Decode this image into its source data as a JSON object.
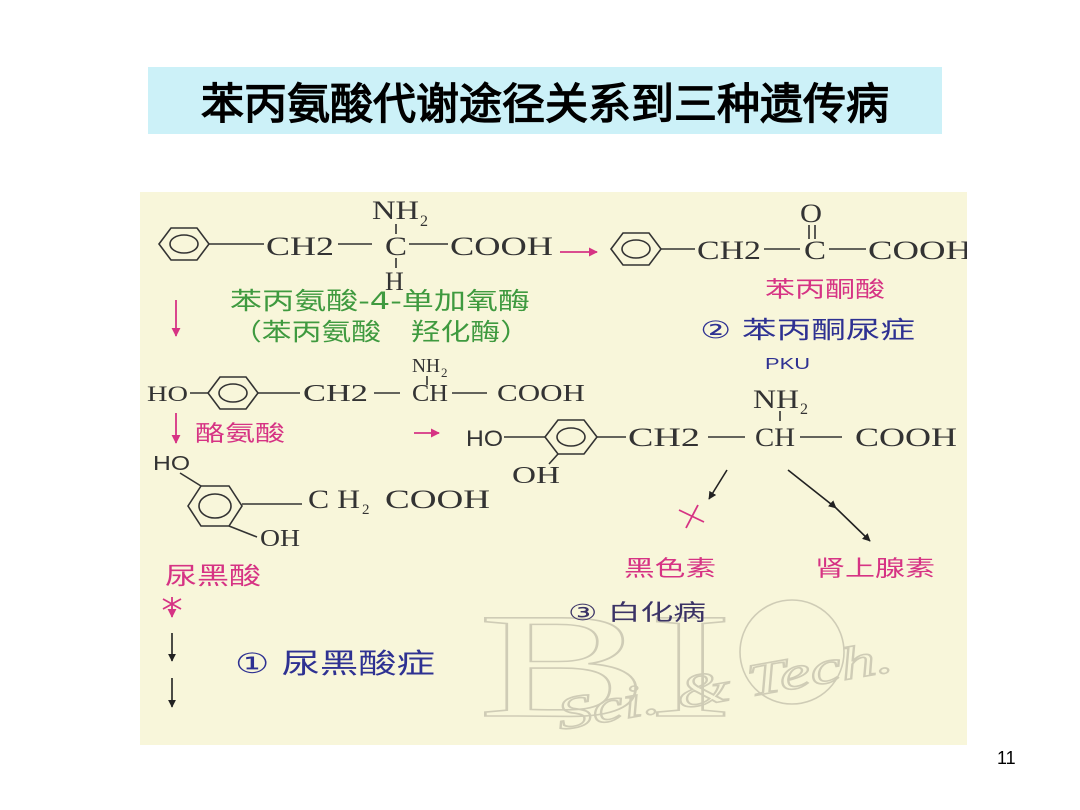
{
  "colors": {
    "title_bg": "#ccf1f8",
    "panel_bg": "#f8f6da",
    "structure": "#333333",
    "enzyme": "#3f9a3f",
    "product": "#d63384",
    "disease": "#2e3192",
    "albinism": "#3b3366",
    "watermark": "#cfccb6"
  },
  "slide": {
    "title": "苯丙氨酸代谢途径关系到三种遗传病",
    "page_number": "11"
  },
  "diagram": {
    "phenylalanine": {
      "nh": "NH",
      "nh_sub": "2",
      "ch2": "CH2",
      "c": "C",
      "cooh": "COOH",
      "h": "H"
    },
    "phenylpyruvate": {
      "o": "O",
      "ch2": "CH2",
      "c": "C",
      "cooh": "COOH",
      "name": "苯丙酮酸"
    },
    "enzyme": {
      "line1": "苯丙氨酸-4-单加氧酶",
      "line2": "（苯丙氨酸　羟化酶）"
    },
    "pku": {
      "label": "② 苯丙酮尿症",
      "abbr": "PKU"
    },
    "tyrosine": {
      "ho": "HO",
      "nh": "NH",
      "nh_sub": "2",
      "ch2": "CH2",
      "ch": "CH",
      "cooh": "COOH",
      "name": "酪氨酸"
    },
    "dopa": {
      "ho": "HO",
      "oh": "OH",
      "nh": "NH",
      "nh_sub": "2",
      "ch2": "CH2",
      "ch": "CH",
      "cooh": "COOH"
    },
    "melanin": {
      "name": "黑色素"
    },
    "epinephrine": {
      "name": "肾上腺素"
    },
    "albinism": {
      "label": "③ 白化病"
    },
    "homogentisic_acid": {
      "ho": "HO",
      "oh": "OH",
      "ch": "C H",
      "h_sub": "2",
      "cooh": "COOH",
      "name": "尿黑酸"
    },
    "alkaptonuria": {
      "label": "① 尿黑酸症"
    },
    "watermark": {
      "logo": "BI",
      "text": "Sci. & Tech."
    }
  }
}
